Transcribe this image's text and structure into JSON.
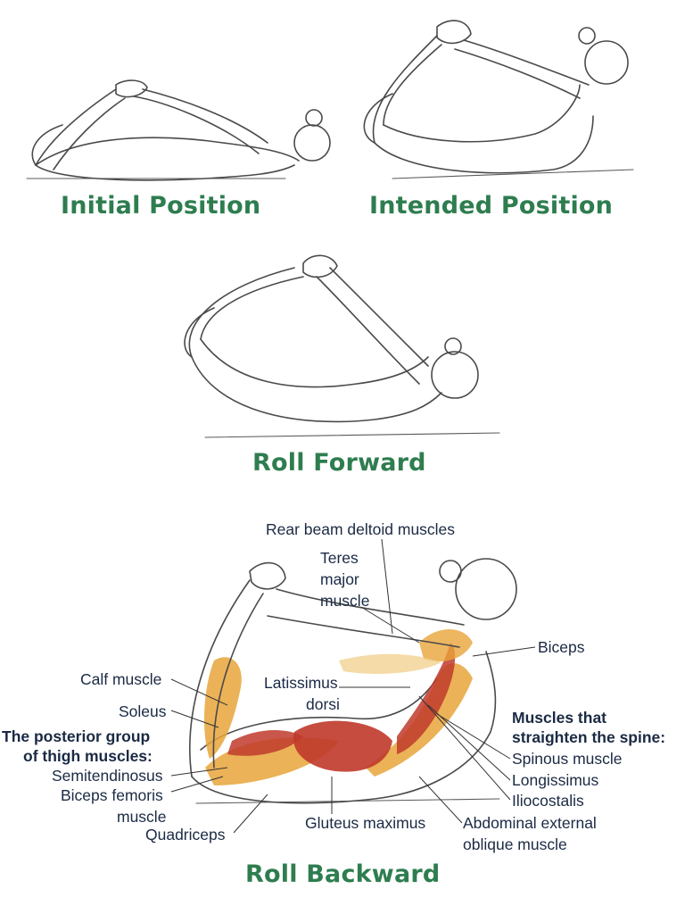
{
  "captions": {
    "initial": "Initial Position",
    "intended": "Intended Position",
    "forward": "Roll Forward",
    "backward": "Roll Backward"
  },
  "labels": {
    "rear_deltoid": "Rear beam deltoid muscles",
    "teres_1": "Teres",
    "teres_2": "major",
    "teres_3": "muscle",
    "biceps": "Biceps",
    "latissimus_1": "Latissimus",
    "latissimus_2": "dorsi",
    "calf": "Calf muscle",
    "soleus": "Soleus",
    "posterior_1": "The posterior group",
    "posterior_2": "of thigh muscles:",
    "semitendinosus": "Semitendinosus",
    "biceps_femoris_1": "Biceps femoris",
    "biceps_femoris_2": "muscle",
    "quadriceps": "Quadriceps",
    "gluteus": "Gluteus maximus",
    "abdominal_1": "Abdominal external",
    "abdominal_2": "oblique muscle",
    "spine_1": "Muscles that",
    "spine_2": "straighten the spine:",
    "spinous": "Spinous muscle",
    "longissimus": "Longissimus",
    "iliocostalis": "Iliocostalis"
  },
  "colors": {
    "caption": "#2e7d4f",
    "label": "#1b2a44",
    "muscle_red": "#c0392b",
    "muscle_orange": "#e8a43a"
  }
}
